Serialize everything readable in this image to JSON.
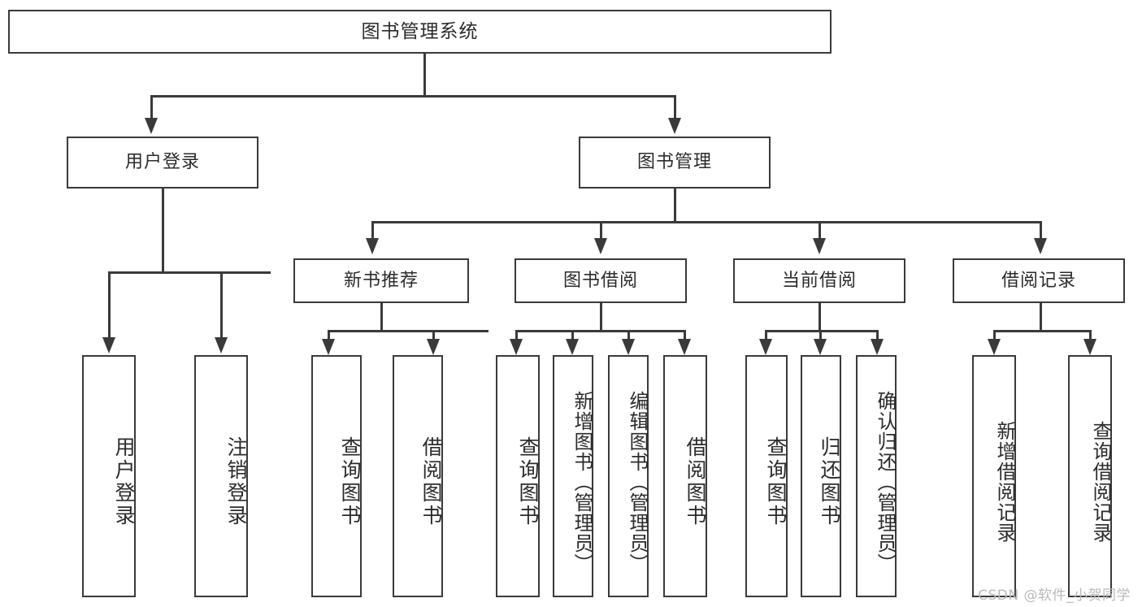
{
  "diagram": {
    "type": "tree",
    "title": "图书管理系统",
    "root": {
      "label": "图书管理系统"
    },
    "level1": [
      {
        "label": "用户登录"
      },
      {
        "label": "图书管理"
      }
    ],
    "level2": [
      {
        "label": "新书推荐"
      },
      {
        "label": "图书借阅"
      },
      {
        "label": "当前借阅"
      },
      {
        "label": "借阅记录"
      }
    ],
    "leaves": {
      "user_login": [
        {
          "label": "用户登录"
        },
        {
          "label": "注销登录"
        }
      ],
      "new_book": [
        {
          "label": "查询图书"
        },
        {
          "label": "借阅图书"
        }
      ],
      "borrow": [
        {
          "label": "查询图书"
        },
        {
          "label": "新增图书（管理员）"
        },
        {
          "label": "编辑图书（管理员）"
        },
        {
          "label": "借阅图书"
        }
      ],
      "current": [
        {
          "label": "查询图书"
        },
        {
          "label": "归还图书"
        },
        {
          "label": "确认归还（管理员）"
        }
      ],
      "record": [
        {
          "label": "新增借阅记录"
        },
        {
          "label": "查询借阅记录"
        }
      ]
    }
  },
  "watermark": {
    "text": "CSDN @软件_小贺同学"
  },
  "colors": {
    "stroke": "#3a3a3a",
    "fill": "#ffffff",
    "text": "#2b2b2b",
    "watermark": "#b9b9b9"
  }
}
